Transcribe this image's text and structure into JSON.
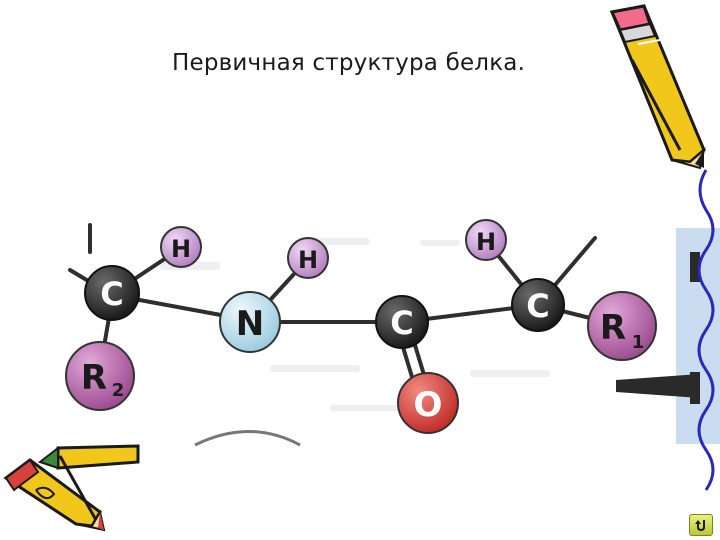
{
  "slide": {
    "title": "Первичная структура белка."
  },
  "molecule": {
    "atoms": [
      {
        "id": "c1",
        "label": "C"
      },
      {
        "id": "h1",
        "label": "H"
      },
      {
        "id": "r2",
        "label": "R",
        "sub": "2"
      },
      {
        "id": "n",
        "label": "N"
      },
      {
        "id": "h2",
        "label": "H"
      },
      {
        "id": "c2",
        "label": "C"
      },
      {
        "id": "o",
        "label": "O"
      },
      {
        "id": "h3",
        "label": "H"
      },
      {
        "id": "c3",
        "label": "C"
      },
      {
        "id": "r1",
        "label": "R",
        "sub": "1"
      }
    ]
  },
  "colors": {
    "carbon": "#2b2b2b",
    "hydrogen": "#c79ad2",
    "nitrogen": "#bfe0ee",
    "oxygen": "#d8413a",
    "radical": "#b56aa8",
    "bond": "#2e2e2e",
    "pencil_body": "#f2c71c",
    "pencil_outline": "#1a1a1a",
    "panel": "#c9dcf0"
  },
  "icons": {
    "pencil_top_right": "pencil-icon",
    "pencils_bottom_left": "pencils-icon",
    "nav": "return-arrow-icon"
  }
}
